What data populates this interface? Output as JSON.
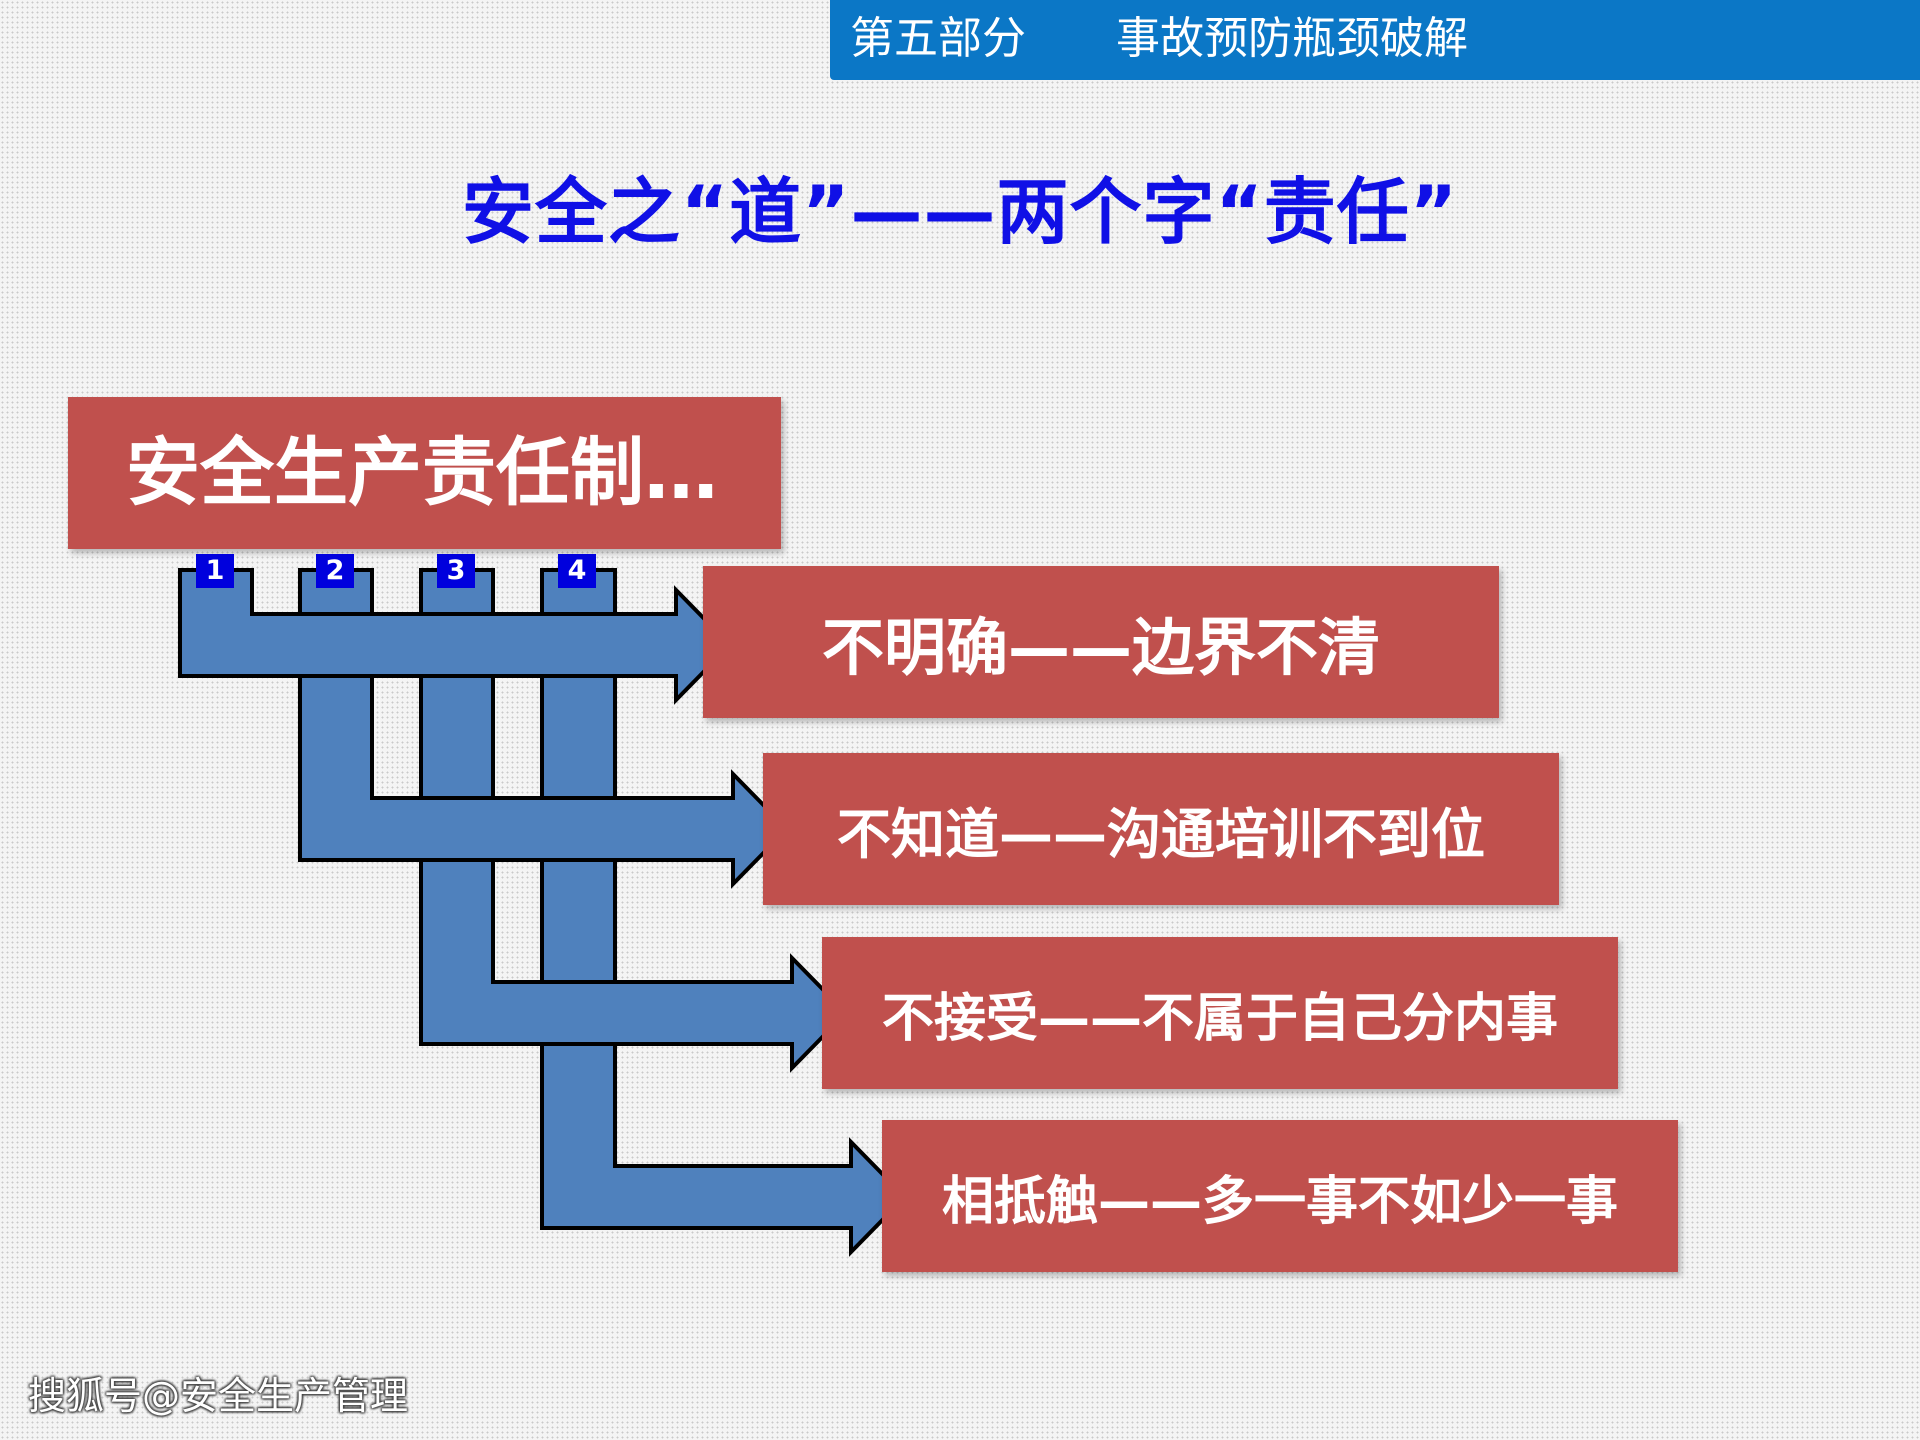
{
  "header": {
    "part": "第五部分",
    "topic": "事故预防瓶颈破解"
  },
  "title": "安全之“道”——两个字“责任”",
  "root": {
    "label": "安全生产责任制…"
  },
  "items": [
    {
      "number": "1",
      "label": "不明确——边界不清"
    },
    {
      "number": "2",
      "label": "不知道——沟通培训不到位"
    },
    {
      "number": "3",
      "label": "不接受——不属于自己分内事"
    },
    {
      "number": "4",
      "label": "相抵触——多一事不如少一事"
    }
  ],
  "watermark": "搜狐号@安全生产管理",
  "colors": {
    "header_bar": "#0b77c6",
    "title_text": "#1010e6",
    "box_fill": "#c0504d",
    "arrow_fill": "#4f81bd",
    "badge_fill": "#0000dd"
  }
}
